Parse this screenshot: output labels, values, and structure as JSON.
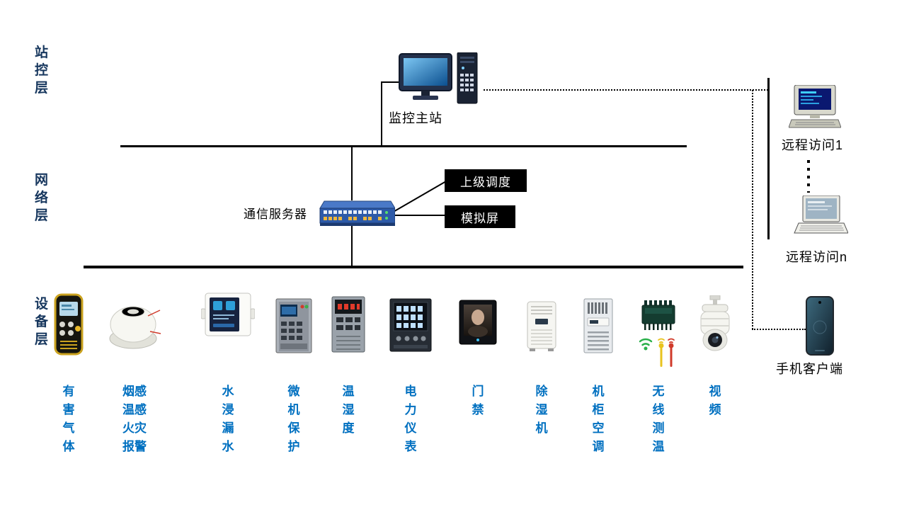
{
  "layers": {
    "station": "站\n控\n层",
    "network": "网\n络\n层",
    "device": "设\n备\n层"
  },
  "nodes": {
    "master_station": "监控主站",
    "comm_server": "通信服务器",
    "dispatch": "上级调度",
    "mimic_screen": "模拟屏",
    "remote_access_1": "远程访问1",
    "remote_access_n": "远程访问n",
    "mobile_client": "手机客户端"
  },
  "devices": [
    {
      "name": "gas-detector",
      "label": "有\n害\n气\n体"
    },
    {
      "name": "smoke-fire-alarm",
      "label": "烟感\n温感\n火灾\n报警"
    },
    {
      "name": "water-leak",
      "label": "水\n浸\n漏\n水"
    },
    {
      "name": "relay-protection",
      "label": "微\n机\n保\n护"
    },
    {
      "name": "temp-humidity",
      "label": "温\n湿\n度"
    },
    {
      "name": "power-meter",
      "label": "电\n力\n仪\n表"
    },
    {
      "name": "access-control",
      "label": "门\n禁"
    },
    {
      "name": "dehumidifier",
      "label": "除\n湿\n机"
    },
    {
      "name": "cabinet-ac",
      "label": "机\n柜\n空\n调"
    },
    {
      "name": "wireless-temp",
      "label": "无\n线\n测\n温"
    },
    {
      "name": "video-camera",
      "label": "视\n频"
    }
  ],
  "colors": {
    "device_label": "#0070C0",
    "layer_label": "#17375E",
    "badge_bg": "#000000",
    "badge_text": "#FFFFFF"
  }
}
